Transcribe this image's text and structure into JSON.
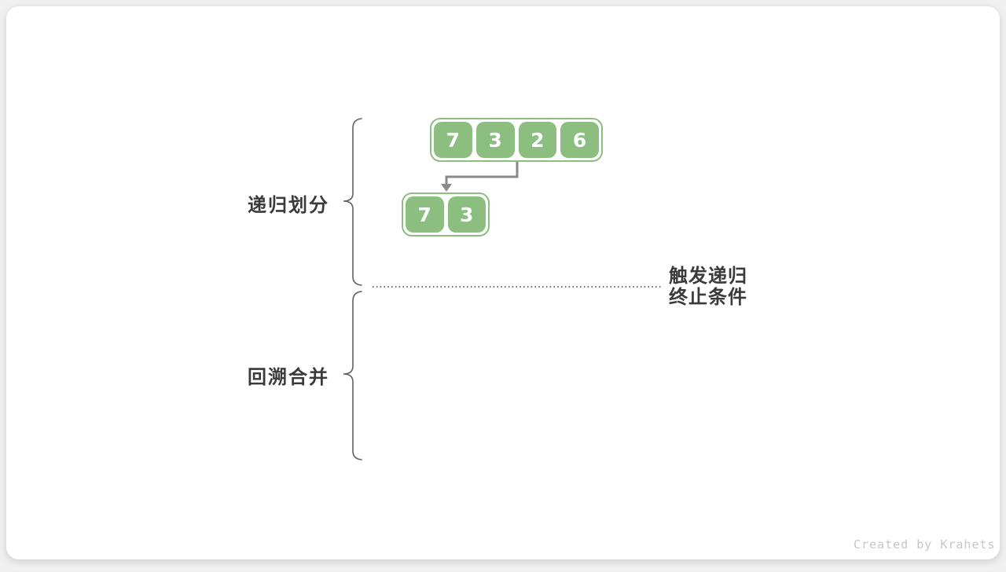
{
  "colors": {
    "background": "#f0f0f0",
    "card": "#ffffff",
    "green": "#8cbe80",
    "cell_text": "#ffffff",
    "arrow": "#8a8a8a",
    "brace": "#606060",
    "label_text": "#3a3a3a",
    "dotted_line": "#444444",
    "watermark": "#c6c6c6"
  },
  "labels": {
    "phase_divide": "递归划分",
    "phase_merge": "回溯合并",
    "termination_line1": "触发递归",
    "termination_line2": "终止条件"
  },
  "diagram": {
    "arrays": [
      {
        "id": "array-level-1",
        "values": [
          "7",
          "3",
          "2",
          "6"
        ]
      },
      {
        "id": "array-level-2",
        "values": [
          "7",
          "3"
        ]
      }
    ]
  },
  "watermark": "Created by Krahets"
}
